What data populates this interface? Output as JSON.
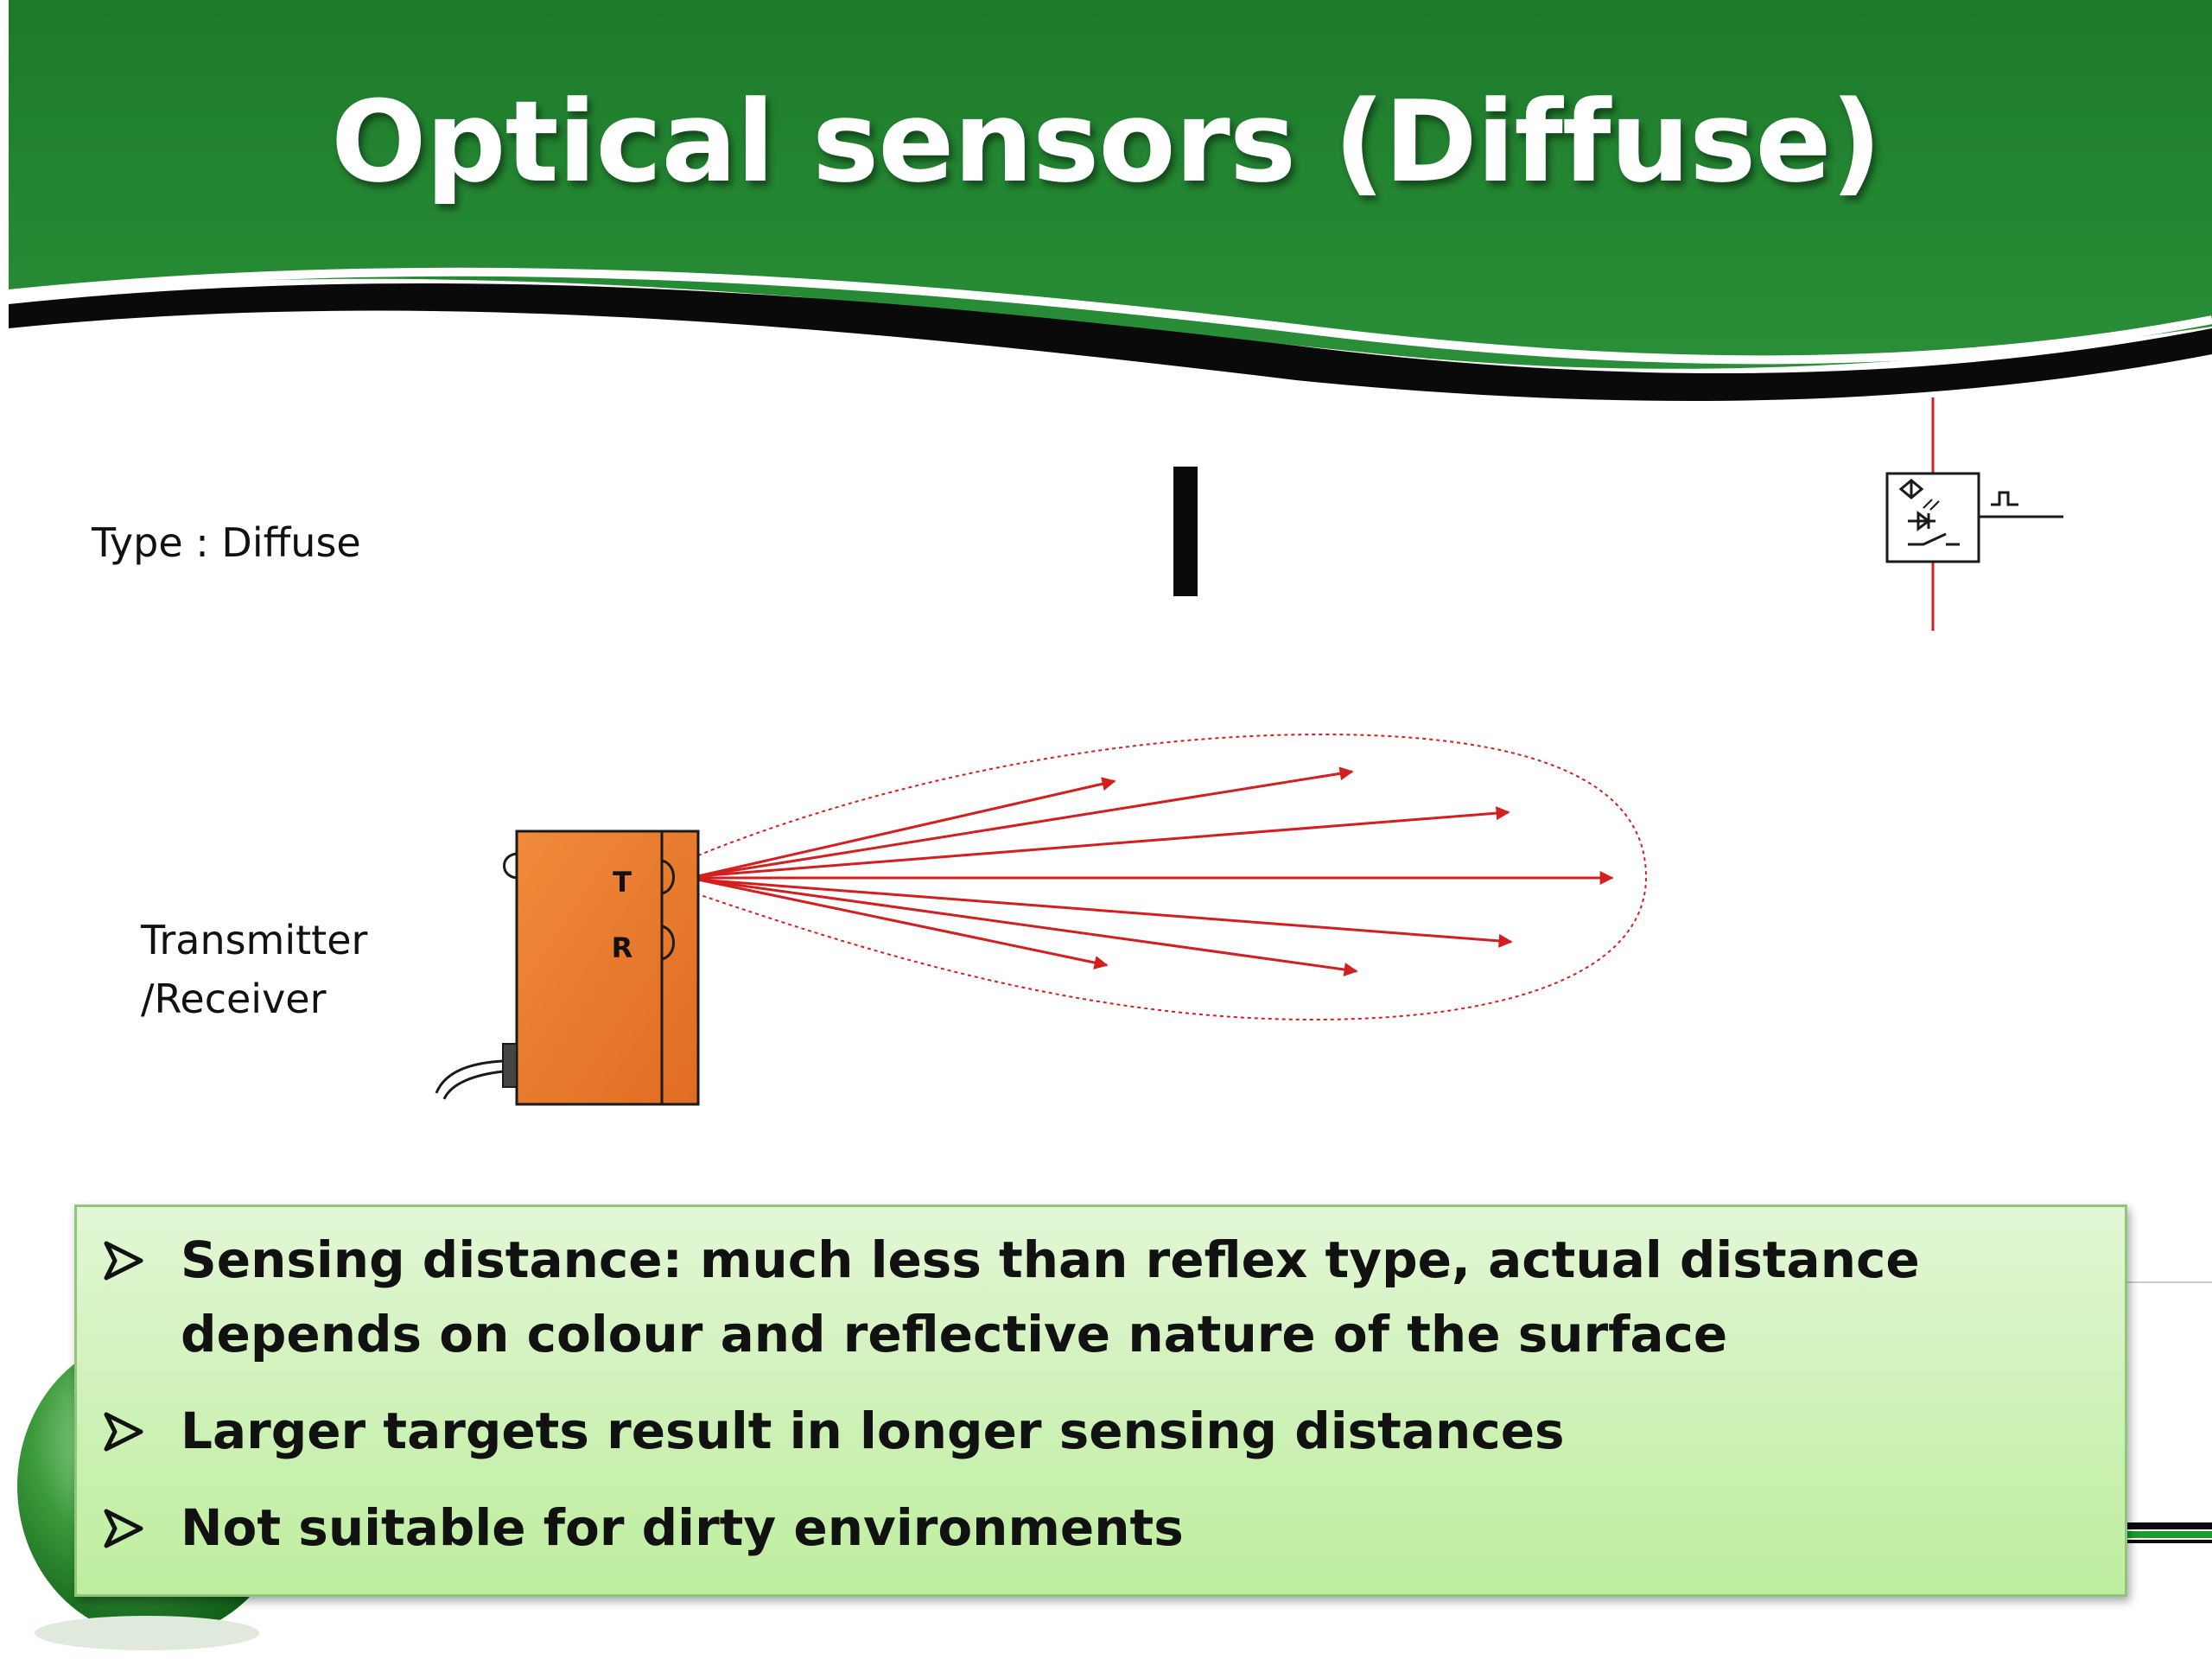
{
  "slide": {
    "title": "Optical sensors (Diffuse)"
  },
  "labels": {
    "type": "Type : Diffuse",
    "transmitter": "Transmitter",
    "receiver": "/Receiver"
  },
  "sensor": {
    "transmitter_letter": "T",
    "receiver_letter": "R"
  },
  "bullets": [
    {
      "text": "Sensing distance: much less than reflex type, actual distance depends on colour and reflective nature of the surface"
    },
    {
      "text": "Larger targets result in longer sensing distances"
    },
    {
      "text": "Not suitable for dirty environments"
    }
  ],
  "colors": {
    "header_green": "#1f7d2c",
    "beam_red": "#d21f1f",
    "sensor_orange": "#e9772c",
    "callout_green": "#c8f0b0"
  },
  "icons": {
    "bullet": "arrowhead-bullet-icon",
    "sensor_symbol": "optical-sensor-symbol-icon",
    "pulse": "pulse-signal-icon"
  }
}
